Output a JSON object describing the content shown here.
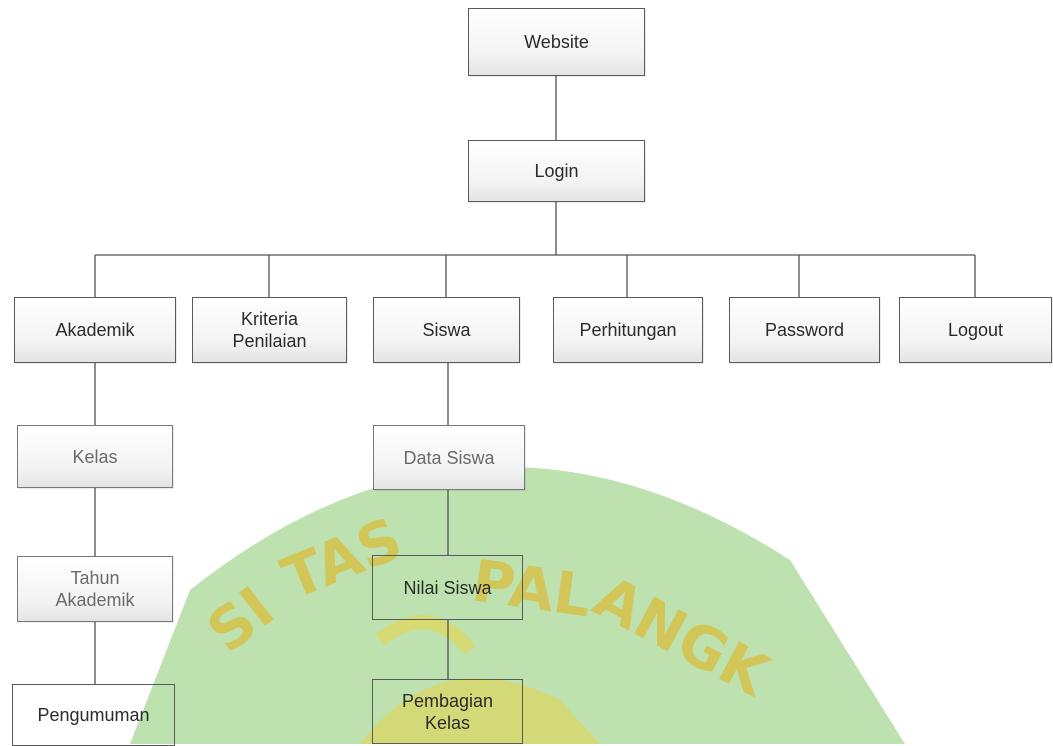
{
  "nodes": {
    "website": "Website",
    "login": "Login",
    "akademik": "Akademik",
    "kriteria_penilaian": "Kriteria\nPenilaian",
    "siswa": "Siswa",
    "perhitungan": "Perhitungan",
    "password": "Password",
    "logout": "Logout",
    "kelas": "Kelas",
    "tahun_akademik": "Tahun\nAkademik",
    "pengumuman": "Pengumuman",
    "data_siswa": "Data Siswa",
    "nilai_siswa": "Nilai Siswa",
    "pembagian_kelas": "Pembagian\nKelas"
  },
  "watermark": {
    "text": "SITAS PALANGK",
    "colors": {
      "green": "#6fbf5a",
      "yellow": "#e8d34a"
    }
  },
  "colors": {
    "line": "#505050",
    "border": "#5a5a5a"
  }
}
